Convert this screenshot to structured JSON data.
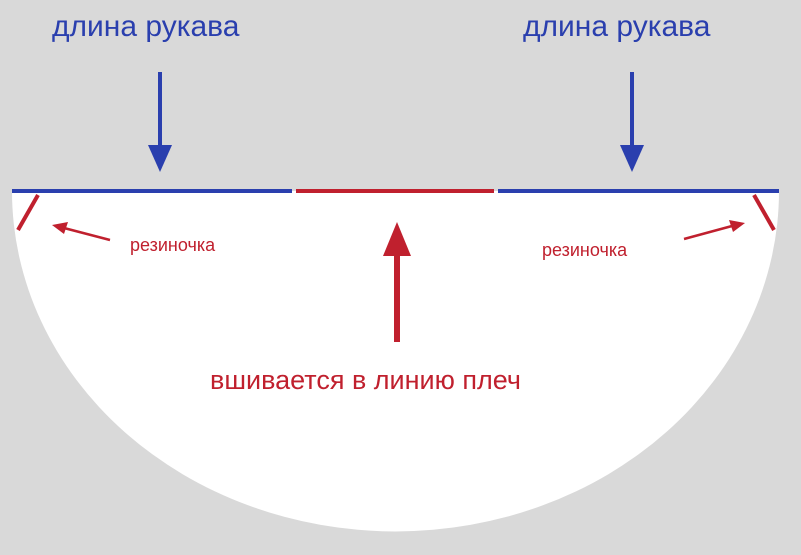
{
  "labels": {
    "sleeve_left": "длина рукава",
    "sleeve_right": "длина рукава",
    "elastic_left": "резиночка",
    "elastic_right": "резиночка",
    "shoulder_line": "вшивается в линию плеч"
  },
  "colors": {
    "background": "#d9d9d9",
    "shape_fill": "#ffffff",
    "blue": "#2a3fae",
    "red": "#c0202e"
  }
}
